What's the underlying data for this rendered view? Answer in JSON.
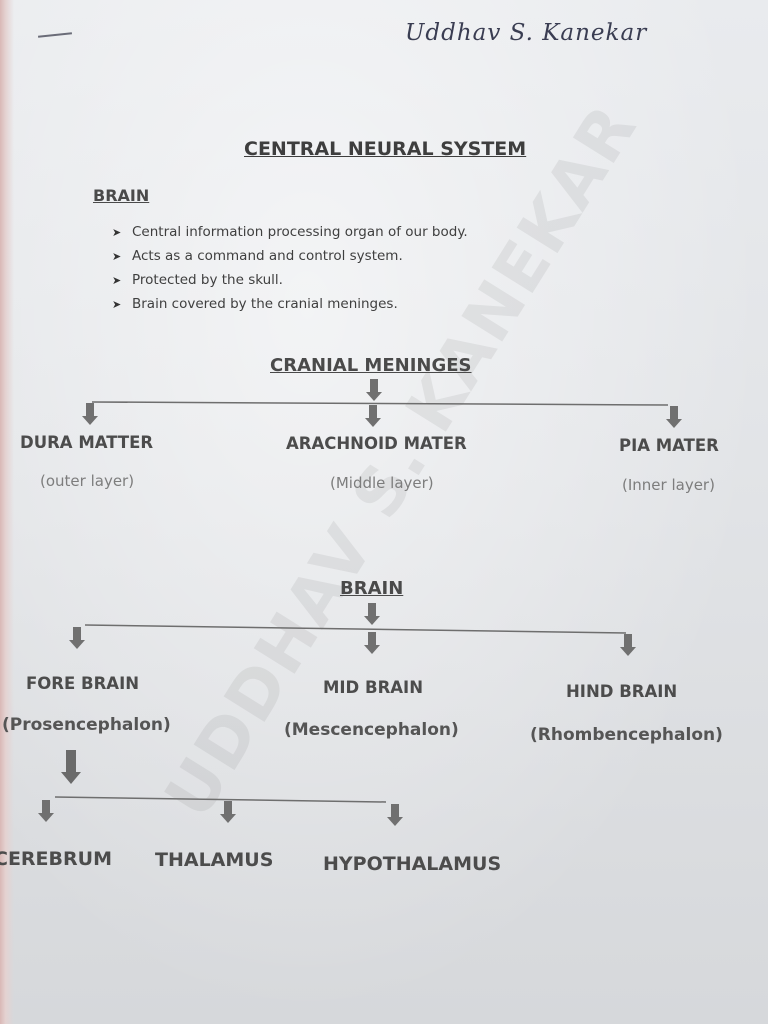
{
  "signature": "Uddhav S. Kanekar",
  "watermark": "UDDHAV S. KANEKAR",
  "title": "CENTRAL NEURAL SYSTEM",
  "brain_section": {
    "heading": "BRAIN",
    "bullets": [
      "Central information processing organ of our body.",
      "Acts as a command and control system.",
      "Protected by the skull.",
      "Brain covered by the cranial meninges."
    ]
  },
  "meninges": {
    "heading": "CRANIAL MENINGES",
    "layers": [
      {
        "name": "DURA MATTER",
        "desc": "(outer layer)"
      },
      {
        "name": "ARACHNOID MATER",
        "desc": "(Middle layer)"
      },
      {
        "name": "PIA MATER",
        "desc": "(Inner layer)"
      }
    ]
  },
  "brain_tree": {
    "heading": "BRAIN",
    "parts": [
      {
        "name": "FORE BRAIN",
        "desc": "(Prosencephalon)"
      },
      {
        "name": "MID BRAIN",
        "desc": "(Mescencephalon)"
      },
      {
        "name": "HIND BRAIN",
        "desc": "(Rhombencephalon)"
      }
    ],
    "forebrain_parts": [
      "CEREBRUM",
      "THALAMUS",
      "HYPOTHALAMUS"
    ]
  }
}
